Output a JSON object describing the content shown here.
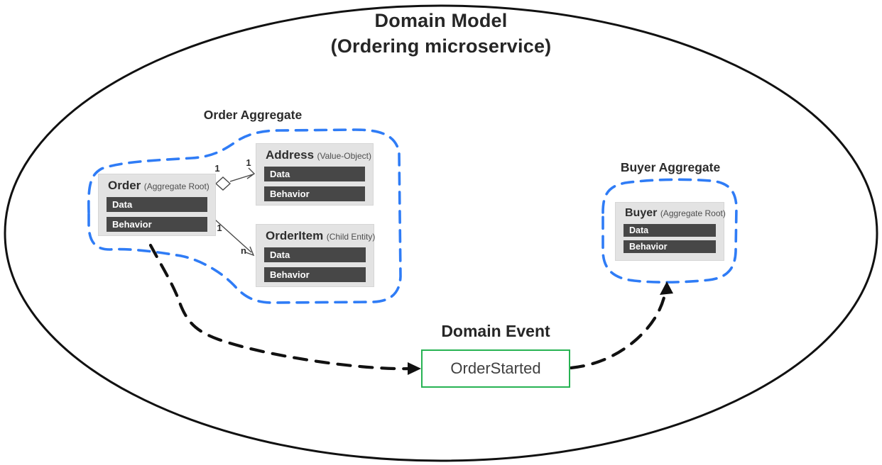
{
  "title": {
    "line1": "Domain Model",
    "line2": "(Ordering microservice)"
  },
  "aggregates": {
    "order": {
      "label": "Order Aggregate"
    },
    "buyer": {
      "label": "Buyer Aggregate"
    }
  },
  "entities": {
    "order": {
      "name": "Order",
      "stereotype": "(Aggregate Root)",
      "bar1": "Data",
      "bar2": "Behavior"
    },
    "address": {
      "name": "Address",
      "stereotype": "(Value-Object)",
      "bar1": "Data",
      "bar2": "Behavior"
    },
    "orderitem": {
      "name": "OrderItem",
      "stereotype": "(Child Entity)",
      "bar1": "Data",
      "bar2": "Behavior"
    },
    "buyer": {
      "name": "Buyer",
      "stereotype": "(Aggregate Root)",
      "bar1": "Data",
      "bar2": "Behavior"
    }
  },
  "domain_event": {
    "label": "Domain Event",
    "event_name": "OrderStarted"
  },
  "multiplicities": {
    "order_to_address_near": "1",
    "order_to_address_far": "1",
    "order_to_item_near": "1",
    "order_to_item_far": "n"
  },
  "colors": {
    "aggregate_boundary_blue": "#2f7cf6",
    "event_border_green": "#27b353",
    "entity_bar_dark": "#474747",
    "entity_bg_gray": "#e3e3e3",
    "outline_black": "#111111"
  }
}
